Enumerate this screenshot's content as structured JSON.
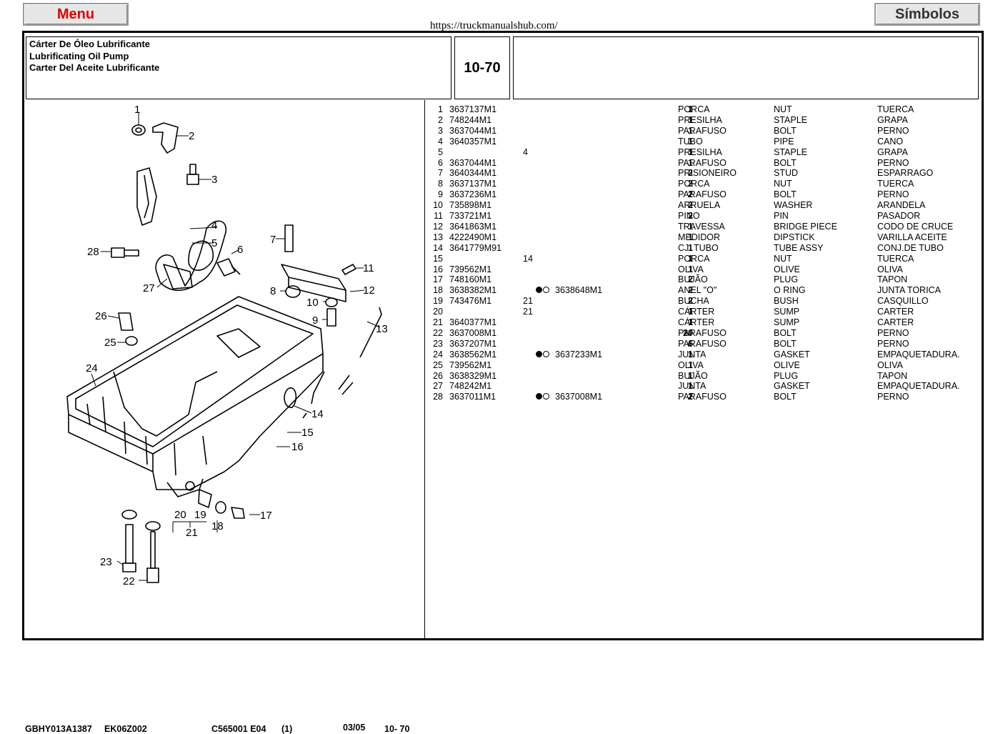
{
  "nav": {
    "menu_label": "Menu",
    "symbols_label": "Símbolos"
  },
  "site_url": "https://truckmanualshub.com/",
  "title": {
    "pt": "Cárter De Óleo Lubrificante",
    "en": "Lubrificating Oil Pump",
    "es": "Carter Del Aceite Lubrificante"
  },
  "section_code": "10-70",
  "footer": {
    "drawing_id": "GBHY013A1387",
    "ref": "EK06Z002",
    "serial": "C565001 E04",
    "variant": "(1)",
    "date": "03/05",
    "page": "10- 70"
  },
  "diagram_callouts": [
    "1",
    "2",
    "3",
    "4",
    "5",
    "6",
    "7",
    "8",
    "9",
    "10",
    "11",
    "12",
    "13",
    "14",
    "15",
    "16",
    "17",
    "18",
    "19",
    "20",
    "21",
    "22",
    "23",
    "24",
    "25",
    "26",
    "27",
    "28"
  ],
  "parts": [
    {
      "num": "1",
      "part": "3637137M1",
      "ref": "",
      "alt": "",
      "qty": "1",
      "pt": "PORCA",
      "en": "NUT",
      "es": "TUERCA"
    },
    {
      "num": "2",
      "part": "748244M1",
      "ref": "",
      "alt": "",
      "qty": "1",
      "pt": "PRESILHA",
      "en": "STAPLE",
      "es": "GRAPA"
    },
    {
      "num": "3",
      "part": "3637044M1",
      "ref": "",
      "alt": "",
      "qty": "1",
      "pt": "PARAFUSO",
      "en": "BOLT",
      "es": "PERNO"
    },
    {
      "num": "4",
      "part": "3640357M1",
      "ref": "",
      "alt": "",
      "qty": "1",
      "pt": "TUBO",
      "en": "PIPE",
      "es": "CANO"
    },
    {
      "num": "5",
      "part": "",
      "ref": "4",
      "alt": "",
      "qty": "1",
      "pt": "PRESILHA",
      "en": "STAPLE",
      "es": "GRAPA"
    },
    {
      "num": "6",
      "part": "3637044M1",
      "ref": "",
      "alt": "",
      "qty": "1",
      "pt": "PARAFUSO",
      "en": "BOLT",
      "es": "PERNO"
    },
    {
      "num": "7",
      "part": "3640344M1",
      "ref": "",
      "alt": "",
      "qty": "2",
      "pt": "PRISIONEIRO",
      "en": "STUD",
      "es": "ESPARRAGO"
    },
    {
      "num": "8",
      "part": "3637137M1",
      "ref": "",
      "alt": "",
      "qty": "2",
      "pt": "PORCA",
      "en": "NUT",
      "es": "TUERCA"
    },
    {
      "num": "9",
      "part": "3637236M1",
      "ref": "",
      "alt": "",
      "qty": "2",
      "pt": "PARAFUSO",
      "en": "BOLT",
      "es": "PERNO"
    },
    {
      "num": "10",
      "part": "735898M1",
      "ref": "",
      "alt": "",
      "qty": "2",
      "pt": "ARRUELA",
      "en": "WASHER",
      "es": "ARANDELA"
    },
    {
      "num": "11",
      "part": "733721M1",
      "ref": "",
      "alt": "",
      "qty": "2",
      "pt": "PINO",
      "en": "PIN",
      "es": "PASADOR"
    },
    {
      "num": "12",
      "part": "3641863M1",
      "ref": "",
      "alt": "",
      "qty": "1",
      "pt": "TRAVESSA",
      "en": "BRIDGE PIECE",
      "es": "CODO DE CRUCE"
    },
    {
      "num": "13",
      "part": "4222490M1",
      "ref": "",
      "alt": "",
      "qty": "1",
      "pt": "MEDIDOR",
      "en": "DIPSTICK",
      "es": "VARILLA ACEITE"
    },
    {
      "num": "14",
      "part": "3641779M91",
      "ref": "",
      "alt": "",
      "qty": "1",
      "pt": "CJ. TUBO",
      "en": "TUBE ASSY",
      "es": "CONJ.DE TUBO"
    },
    {
      "num": "15",
      "part": "",
      "ref": "14",
      "alt": "",
      "qty": "1",
      "pt": "PORCA",
      "en": "NUT",
      "es": "TUERCA"
    },
    {
      "num": "16",
      "part": "739562M1",
      "ref": "",
      "alt": "",
      "qty": "1",
      "pt": "OLIVA",
      "en": "OLIVE",
      "es": "OLIVA"
    },
    {
      "num": "17",
      "part": "748160M1",
      "ref": "",
      "alt": "",
      "qty": "2",
      "pt": "BUJÃO",
      "en": "PLUG",
      "es": "TAPON"
    },
    {
      "num": "18",
      "part": "3638382M1",
      "ref": "",
      "alt": "3638648M1",
      "qty": "2",
      "pt": "ANEL \"O\"",
      "en": "O RING",
      "es": "JUNTA TORICA"
    },
    {
      "num": "19",
      "part": "743476M1",
      "ref": "21",
      "alt": "",
      "qty": "2",
      "pt": "BUCHA",
      "en": "BUSH",
      "es": "CASQUILLO"
    },
    {
      "num": "20",
      "part": "",
      "ref": "21",
      "alt": "",
      "qty": "1",
      "pt": "CÁRTER",
      "en": "SUMP",
      "es": "CARTER"
    },
    {
      "num": "21",
      "part": "3640377M1",
      "ref": "",
      "alt": "",
      "qty": "1",
      "pt": "CÁRTER",
      "en": "SUMP",
      "es": "CARTER"
    },
    {
      "num": "22",
      "part": "3637008M1",
      "ref": "",
      "alt": "",
      "qty": "20",
      "pt": "PARAFUSO",
      "en": "BOLT",
      "es": "PERNO"
    },
    {
      "num": "23",
      "part": "3637207M1",
      "ref": "",
      "alt": "",
      "qty": "6",
      "pt": "PARAFUSO",
      "en": "BOLT",
      "es": "PERNO"
    },
    {
      "num": "24",
      "part": "3638562M1",
      "ref": "",
      "alt": "3637233M1",
      "qty": "1",
      "pt": "JUNTA",
      "en": "GASKET",
      "es": "EMPAQUETADURA."
    },
    {
      "num": "25",
      "part": "739562M1",
      "ref": "",
      "alt": "",
      "qty": "1",
      "pt": "OLIVA",
      "en": "OLIVE",
      "es": "OLIVA"
    },
    {
      "num": "26",
      "part": "3638329M1",
      "ref": "",
      "alt": "",
      "qty": "1",
      "pt": "BUJÃO",
      "en": "PLUG",
      "es": "TAPON"
    },
    {
      "num": "27",
      "part": "748242M1",
      "ref": "",
      "alt": "",
      "qty": "1",
      "pt": "JUNTA",
      "en": "GASKET",
      "es": "EMPAQUETADURA."
    },
    {
      "num": "28",
      "part": "3637011M1",
      "ref": "",
      "alt": "3637008M1",
      "qty": "2",
      "pt": "PARAFUSO",
      "en": "BOLT",
      "es": "PERNO"
    }
  ]
}
